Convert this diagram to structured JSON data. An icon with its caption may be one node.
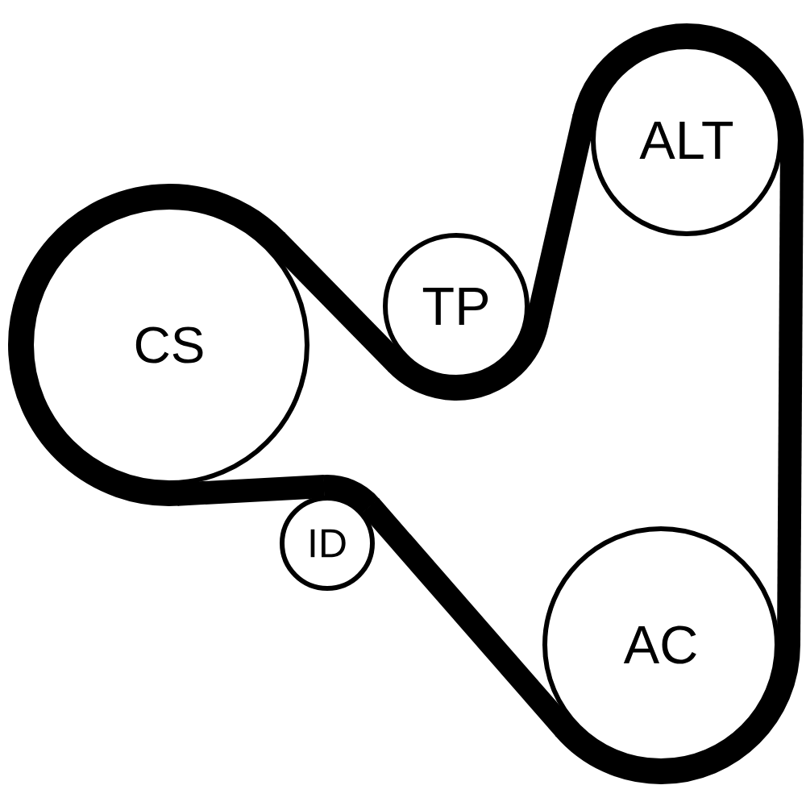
{
  "diagram": {
    "nodes": [
      {
        "text": [
          "CS"
        ]
      },
      {
        "text": [
          "TP"
        ]
      },
      {
        "text": [
          "ALT"
        ]
      },
      {
        "text": [
          "ID"
        ]
      },
      {
        "text": [
          "AC"
        ]
      }
    ],
    "edges": [
      {
        "from": 0,
        "to": 1,
        "arrow": "none"
      },
      {
        "from": 1,
        "to": 2,
        "arrow": "none"
      },
      {
        "from": 2,
        "to": 4,
        "arrow": "none"
      },
      {
        "from": 4,
        "to": 3,
        "arrow": "none"
      },
      {
        "from": 3,
        "to": 0,
        "arrow": "none"
      }
    ]
  }
}
